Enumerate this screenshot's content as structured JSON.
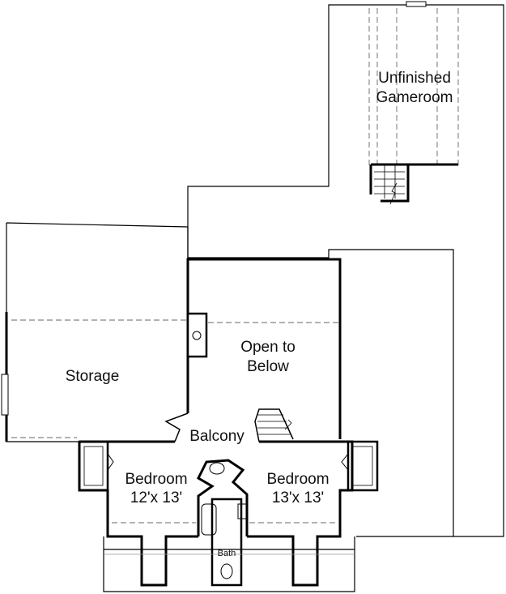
{
  "rooms": {
    "gameroom": {
      "line1": "Unfinished",
      "line2": "Gameroom"
    },
    "open": {
      "line1": "Open to",
      "line2": "Below"
    },
    "storage": {
      "label": "Storage"
    },
    "balcony": {
      "label": "Balcony"
    },
    "bedroom_left": {
      "name": "Bedroom",
      "size": "12'x 13'"
    },
    "bedroom_right": {
      "name": "Bedroom",
      "size": "13'x 13'"
    },
    "bath": {
      "label": "Bath"
    }
  },
  "colors": {
    "wall": "#000000",
    "background": "#ffffff",
    "dashed": "#666666"
  }
}
